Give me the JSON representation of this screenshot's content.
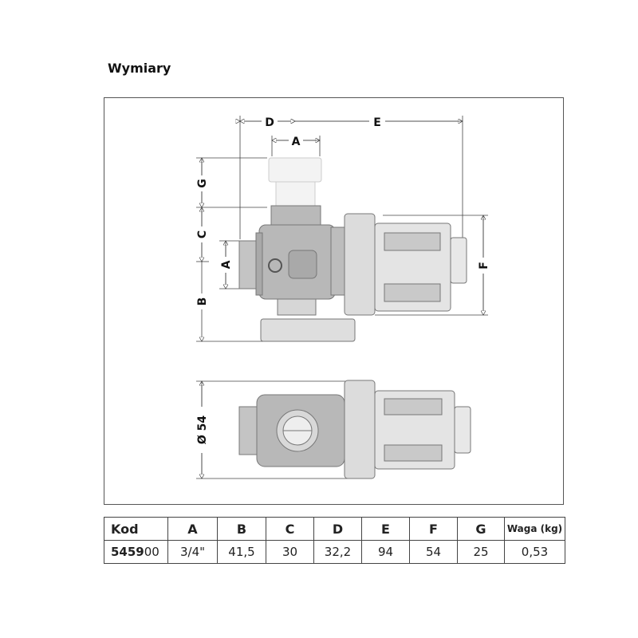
{
  "title": "Wymiary",
  "drawing": {
    "labels": {
      "D": "D",
      "E": "E",
      "A_top": "A",
      "G": "G",
      "C": "C",
      "A_side": "A",
      "B": "B",
      "F": "F",
      "diameter": "Ø 54"
    }
  },
  "table": {
    "headers": [
      "Kod",
      "A",
      "B",
      "C",
      "D",
      "E",
      "F",
      "G",
      "Waga (kg)"
    ],
    "row": {
      "kod_bold": "5459",
      "kod_suffix": "00",
      "values": [
        "3/4\"",
        "41,5",
        "30",
        "32,2",
        "94",
        "54",
        "25",
        "0,53"
      ]
    }
  }
}
